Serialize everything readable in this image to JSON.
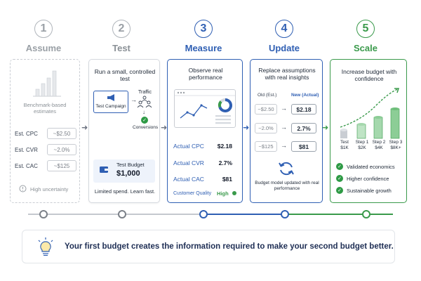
{
  "steps": [
    {
      "num": "1",
      "title": "Assume",
      "color": "#9aa0a6"
    },
    {
      "num": "2",
      "title": "Test",
      "color": "#9aa0a6"
    },
    {
      "num": "3",
      "title": "Measure",
      "color": "#2f5fb3"
    },
    {
      "num": "4",
      "title": "Update",
      "color": "#2f5fb3"
    },
    {
      "num": "5",
      "title": "Scale",
      "color": "#3a9a4b"
    }
  ],
  "assume": {
    "chart_caption": "Benchmark-based estimates",
    "rows": [
      {
        "label": "Est. CPC",
        "value": "~$2.50"
      },
      {
        "label": "Est. CVR",
        "value": "~2.0%"
      },
      {
        "label": "Est. CAC",
        "value": "~$125"
      }
    ],
    "uncertainty": "High uncertainty"
  },
  "test": {
    "heading": "Run a small, controlled test",
    "campaign_label": "Test Campaign",
    "traffic_label": "Traffic",
    "conversions_label": "Conversions",
    "budget_label": "Test Budget",
    "budget_value": "$1,000",
    "footer": "Limited spend. Learn fast."
  },
  "measure": {
    "heading": "Observe real performance",
    "rows": [
      {
        "label": "Actual CPC",
        "value": "$2.18"
      },
      {
        "label": "Actual CVR",
        "value": "2.7%"
      },
      {
        "label": "Actual CAC",
        "value": "$81"
      }
    ],
    "quality_label": "Customer Quality",
    "quality_value": "High"
  },
  "update": {
    "heading": "Replace assumptions with real insights",
    "old_header": "Old (Est.)",
    "new_header": "New (Actual)",
    "rows": [
      {
        "old": "~$2.50",
        "new": "$2.18"
      },
      {
        "old": "~2.0%",
        "new": "2.7%"
      },
      {
        "old": "~$125",
        "new": "$81"
      }
    ],
    "caption": "Budget model updated with real performance"
  },
  "scale": {
    "heading": "Increase budget with confidence",
    "bars": [
      {
        "label": "Test",
        "amount": "$1K"
      },
      {
        "label": "Step 1",
        "amount": "$2K"
      },
      {
        "label": "Step 2",
        "amount": "$4K"
      },
      {
        "label": "Step 3",
        "amount": "$8K+"
      }
    ],
    "checks": [
      "Validated economics",
      "Higher confidence",
      "Sustainable growth"
    ]
  },
  "footer": {
    "message": "Your first budget creates the information required to make your second budget better."
  }
}
